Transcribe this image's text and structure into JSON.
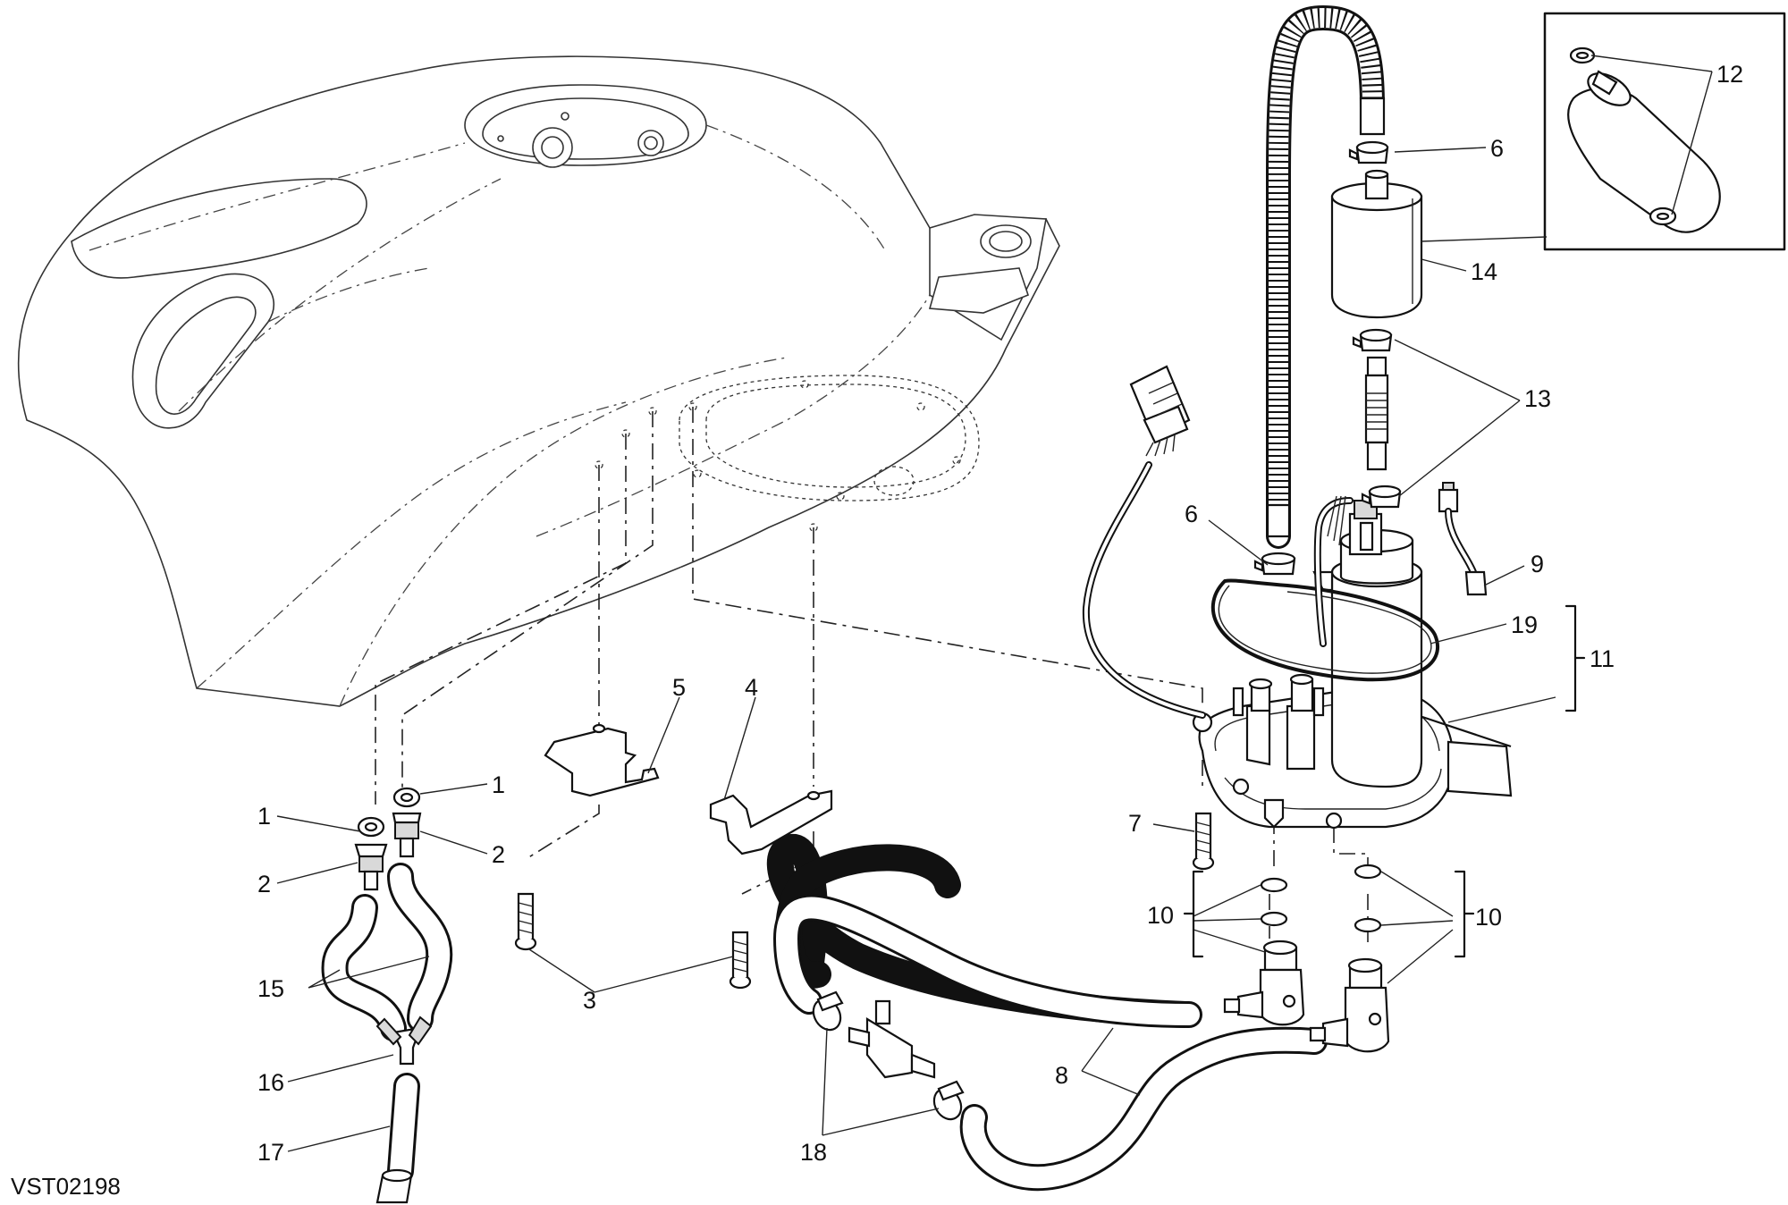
{
  "drawing_code": "VST02198",
  "callouts": [
    {
      "id": "c1a",
      "text": "1"
    },
    {
      "id": "c1b",
      "text": "1"
    },
    {
      "id": "c2a",
      "text": "2"
    },
    {
      "id": "c2b",
      "text": "2"
    },
    {
      "id": "c3",
      "text": "3"
    },
    {
      "id": "c4",
      "text": "4"
    },
    {
      "id": "c5",
      "text": "5"
    },
    {
      "id": "c6a",
      "text": "6"
    },
    {
      "id": "c6b",
      "text": "6"
    },
    {
      "id": "c7",
      "text": "7"
    },
    {
      "id": "c8",
      "text": "8"
    },
    {
      "id": "c9",
      "text": "9"
    },
    {
      "id": "c10a",
      "text": "10"
    },
    {
      "id": "c10b",
      "text": "10"
    },
    {
      "id": "c11",
      "text": "11"
    },
    {
      "id": "c12",
      "text": "12"
    },
    {
      "id": "c13",
      "text": "13"
    },
    {
      "id": "c14",
      "text": "14"
    },
    {
      "id": "c15",
      "text": "15"
    },
    {
      "id": "c16",
      "text": "16"
    },
    {
      "id": "c17",
      "text": "17"
    },
    {
      "id": "c18",
      "text": "18"
    },
    {
      "id": "c19",
      "text": "19"
    }
  ]
}
